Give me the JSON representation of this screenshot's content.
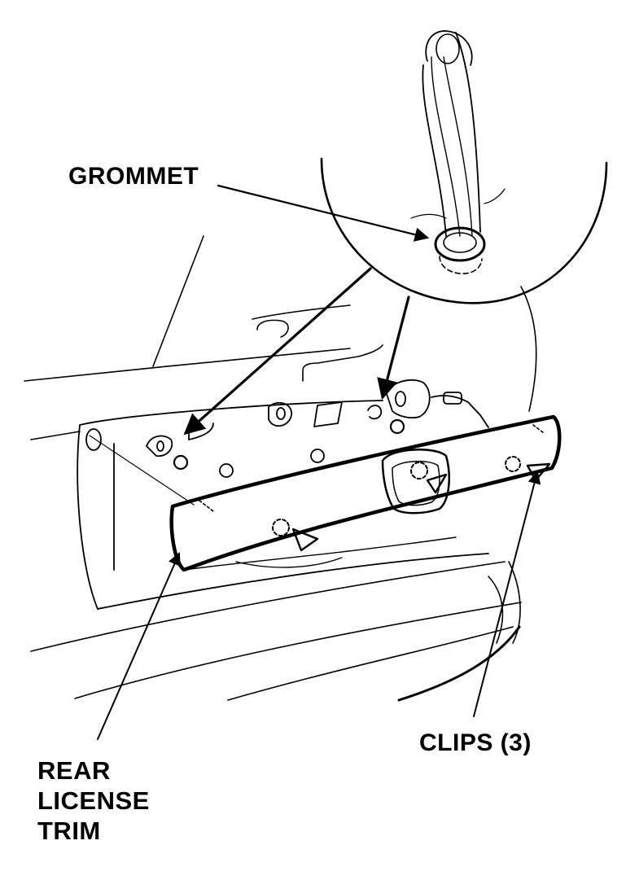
{
  "labels": {
    "grommet": "GROMMET",
    "clips": "CLIPS (3)",
    "trim_line1": "REAR",
    "trim_line2": "LICENSE",
    "trim_line3": "TRIM"
  },
  "colors": {
    "ink": "#000000",
    "paper": "#ffffff"
  }
}
